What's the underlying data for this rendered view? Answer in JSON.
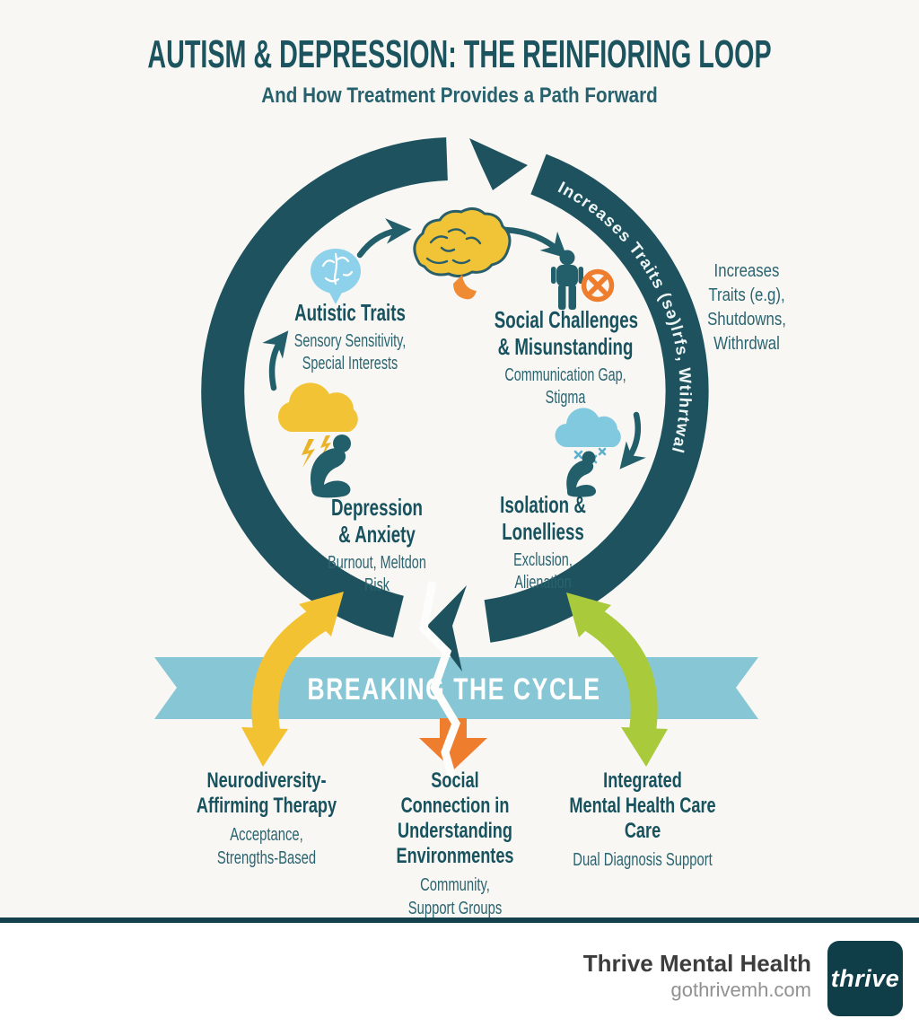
{
  "header": {
    "title": "AUTISM & DEPRESSION: THE REINFIORING LOOP",
    "subtitle": "And How Treatment Provides a Path Forward"
  },
  "cycle": {
    "ring_text": "Increases Traits (sə)lrfs, Wtihrtwal",
    "side_note": {
      "lines": [
        "Increases",
        "Traits (e.g),",
        "Shutdowns,",
        "Withrdwal"
      ]
    },
    "center_icon": "yellow-brain-icon",
    "nodes": {
      "autistic_traits": {
        "icon": "blue-brain-icon",
        "title": "Autistic Traits",
        "sub1": "Sensory Sensitivity,",
        "sub2": "Special Interests"
      },
      "social_challenges": {
        "icon": "person-excluded-icon",
        "title1": "Social Challenges",
        "title2": "& Misunstanding",
        "sub1": "Communication Gap,",
        "sub2": "Stigma"
      },
      "isolation": {
        "icon": "rain-cloud-sad-person-icon",
        "title1": "Isolation &",
        "title2": "Lonelliess",
        "sub1": "Exclusion,",
        "sub2": "Alienation"
      },
      "depression": {
        "icon": "storm-cloud-sad-person-icon",
        "title1": "Depression",
        "title2": "& Anxiety",
        "sub1": "Burnout, Meltdon",
        "sub2": "Risk"
      }
    }
  },
  "banner": {
    "label": "BREAKING THE CYCLE"
  },
  "treatments": {
    "therapy": {
      "arrow": "yellow-double-arrow",
      "title1": "Neurodiversity-",
      "title2": "Affirming Therapy",
      "sub1": "Acceptance,",
      "sub2": "Strengths-Based"
    },
    "social": {
      "arrow": "orange-down-arrow",
      "title1": "Social",
      "title2": "Connection in",
      "title3": "Understanding",
      "title4": "Environmentes",
      "sub1": "Community,",
      "sub2": "Support Groups"
    },
    "integrated": {
      "arrow": "green-double-arrow",
      "title1": "Integrated",
      "title2": "Mental Health Care",
      "title3": "Care",
      "sub1": "Dual Diagnosis Support"
    }
  },
  "footer": {
    "company": "Thrive Mental Health",
    "website": "gothrivemh.com",
    "logo": "thrive"
  },
  "colors": {
    "ring": "#1d525e",
    "banner": "#87c6d4",
    "yellow": "#f2c232",
    "orange": "#ee7d2e",
    "green": "#a9ca3a",
    "teal_icon": "#235f6a",
    "blue_brain": "#8ed1ea",
    "yellow_brain": "#f1c437",
    "brain_stem": "#ef8c33",
    "storm_cloud": "#f2c334",
    "rain_cloud": "#80c9de",
    "text_dark": "#17525e",
    "text_sub": "#2a6470",
    "logo_bg": "#0f3e49",
    "footer_rule": "#15414c",
    "background": "#f8f7f4"
  }
}
